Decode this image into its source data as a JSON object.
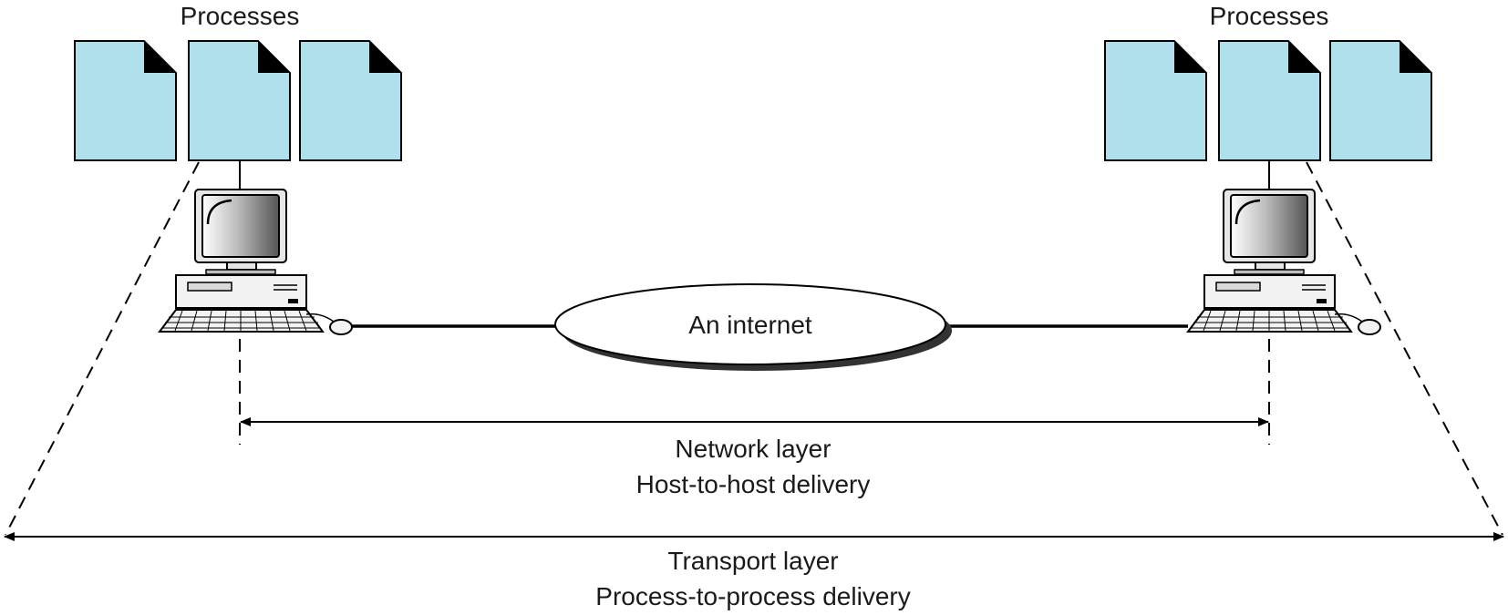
{
  "left_host": {
    "processes_label": "Processes"
  },
  "right_host": {
    "processes_label": "Processes"
  },
  "network": {
    "label": "An internet"
  },
  "network_layer": {
    "line1": "Network layer",
    "line2": "Host-to-host delivery"
  },
  "transport_layer": {
    "line1": "Transport layer",
    "line2": "Process-to-process delivery"
  },
  "colors": {
    "process_fill": "#b0e0ec",
    "stroke": "#000000"
  },
  "icons": {
    "process": "document-icon",
    "host": "computer-icon",
    "network": "cloud-icon"
  }
}
